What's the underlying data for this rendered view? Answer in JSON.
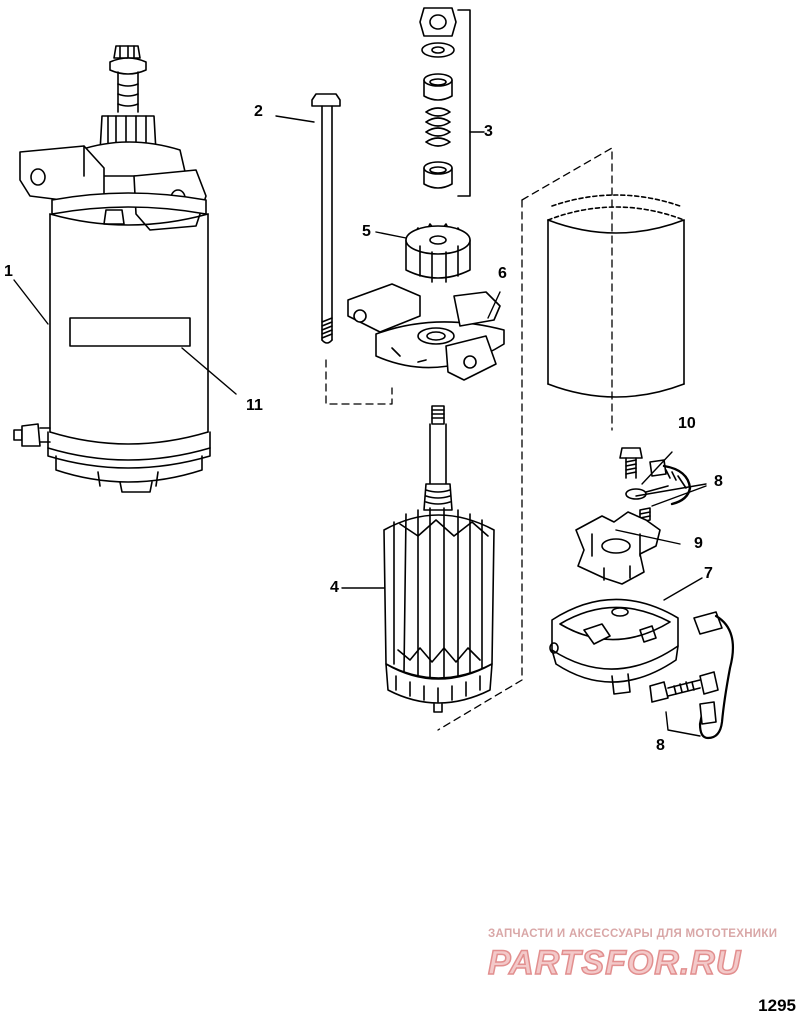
{
  "callouts": {
    "c1": "1",
    "c2": "2",
    "c3": "3",
    "c4": "4",
    "c5": "5",
    "c6": "6",
    "c7": "7",
    "c8a": "8",
    "c8b": "8",
    "c9": "9",
    "c10": "10",
    "c11": "11"
  },
  "figure_number": "1295",
  "watermark": {
    "tagline": "ЗАПЧАСТИ И АКСЕССУАРЫ ДЛЯ МОТОТЕХНИКИ",
    "logo": "PARTSFOR.RU"
  },
  "colors": {
    "line": "#000000",
    "watermark_fill": "#f3c9c9",
    "watermark_stroke": "#e28f8f"
  }
}
